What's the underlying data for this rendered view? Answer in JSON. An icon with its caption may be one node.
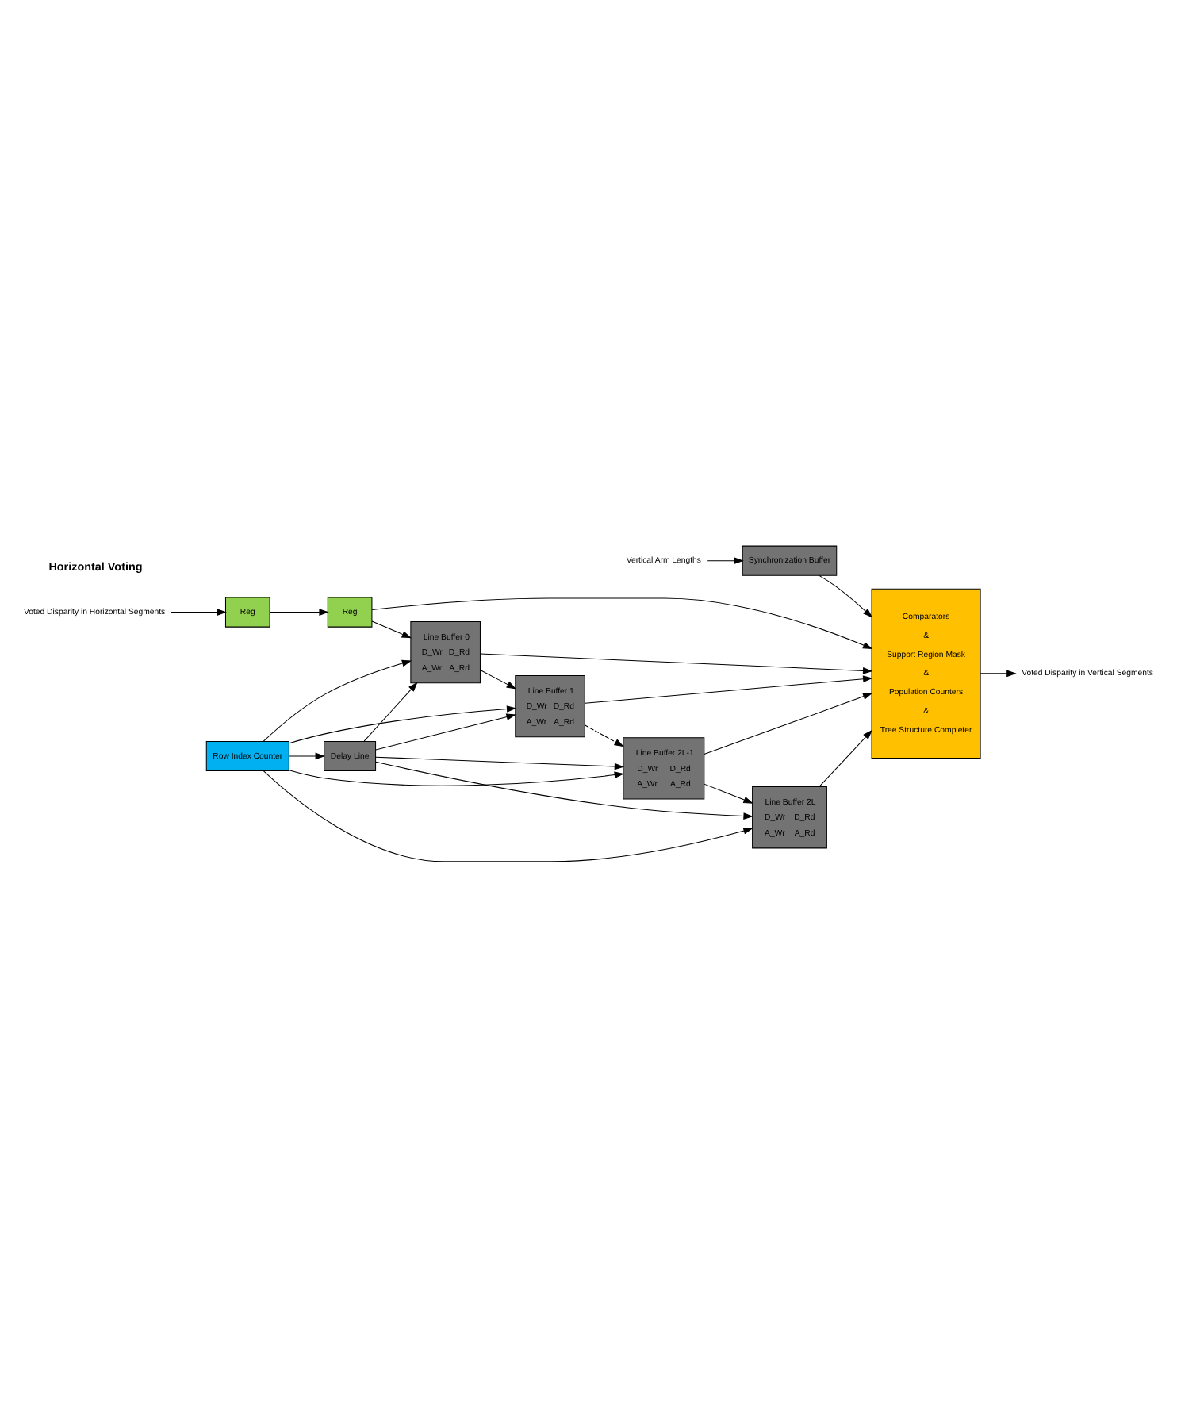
{
  "diagram": {
    "nodes": [
      {
        "text": [
          "Vertical Arm Lengths"
        ]
      },
      {
        "text": [
          "Synchronization Buffer"
        ]
      },
      {
        "text": [
          "Line Buffer 2L",
          "D_Wr",
          "D_Rd",
          "A_Wr",
          "A_Rd"
        ]
      },
      {
        "text": [
          "Line Buffer 2L-1",
          "D_Wr",
          "D_Rd",
          "A_Wr",
          "A_Rd"
        ]
      },
      {
        "text": [
          "Line Buffer 1",
          "D_Wr",
          "D_Rd",
          "A_Wr",
          "A_Rd"
        ]
      },
      {
        "text": [
          "Line Buffer 0",
          "D_Wr",
          "D_Rd",
          "A_Wr",
          "A_Rd"
        ]
      },
      {
        "text": [
          "Voted Disparity in Horizontal Segments"
        ]
      },
      {
        "text": [
          "Reg"
        ]
      },
      {
        "text": [
          "Reg"
        ]
      },
      {
        "text": [
          "Delay Line"
        ]
      },
      {
        "text": [
          "Row Index Counter"
        ]
      },
      {
        "text": [
          "Comparators",
          "&",
          "Support Region Mask",
          "&",
          "Population Counters",
          "&",
          "Tree Structure Completer"
        ]
      },
      {
        "text": [
          "Voted Disparity in Vertical Segments"
        ]
      }
    ],
    "edges": [
      {
        "from": 0,
        "to": 1,
        "arrow": "to"
      },
      {
        "from": 1,
        "to": 11,
        "arrow": "to"
      },
      {
        "from": 6,
        "to": 7,
        "arrow": "to"
      },
      {
        "from": 7,
        "to": 8,
        "arrow": "to"
      },
      {
        "from": 8,
        "to": 5,
        "arrow": "to"
      },
      {
        "from": 8,
        "to": 11,
        "arrow": "to"
      },
      {
        "from": 5,
        "to": 4,
        "arrow": "to"
      },
      {
        "from": 4,
        "to": 3,
        "arrow": "to",
        "style": "dashed"
      },
      {
        "from": 3,
        "to": 2,
        "arrow": "to"
      },
      {
        "from": 2,
        "to": 11,
        "arrow": "to"
      },
      {
        "from": 3,
        "to": 11,
        "arrow": "to"
      },
      {
        "from": 4,
        "to": 11,
        "arrow": "to"
      },
      {
        "from": 5,
        "to": 11,
        "arrow": "to"
      },
      {
        "from": 10,
        "to": 9,
        "arrow": "to"
      },
      {
        "from": 9,
        "to": 2,
        "arrow": "to"
      },
      {
        "from": 9,
        "to": 3,
        "arrow": "to"
      },
      {
        "from": 9,
        "to": 4,
        "arrow": "to"
      },
      {
        "from": 9,
        "to": 5,
        "arrow": "to"
      },
      {
        "from": 10,
        "to": 2,
        "arrow": "to"
      },
      {
        "from": 10,
        "to": 3,
        "arrow": "to"
      },
      {
        "from": 10,
        "to": 4,
        "arrow": "to"
      },
      {
        "from": 10,
        "to": 5,
        "arrow": "to"
      },
      {
        "from": 11,
        "to": 12,
        "arrow": "to"
      }
    ],
    "labels": [
      "Horizontal Voting"
    ]
  }
}
